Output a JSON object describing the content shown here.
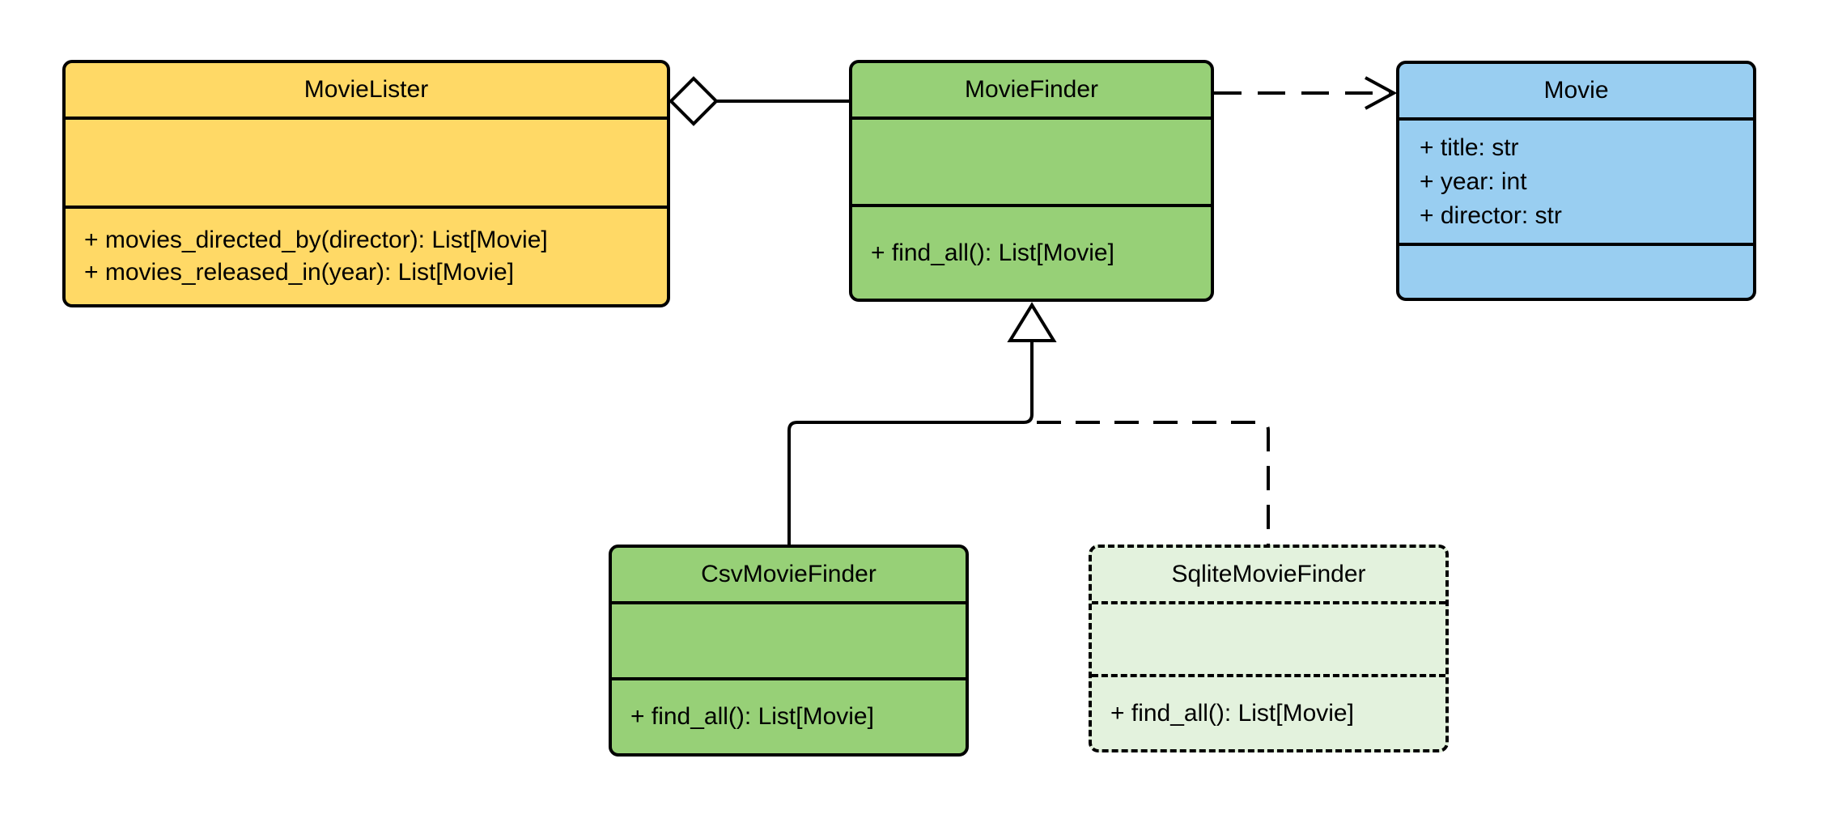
{
  "diagram": {
    "type": "uml-class-diagram",
    "classes": {
      "movie_lister": {
        "name": "MovieLister",
        "attributes": [],
        "methods": [
          "+ movies_directed_by(director): List[Movie]",
          "+ movies_released_in(year): List[Movie]"
        ]
      },
      "movie_finder": {
        "name": "MovieFinder",
        "attributes": [],
        "methods": [
          "+ find_all(): List[Movie]"
        ]
      },
      "movie": {
        "name": "Movie",
        "attributes": [
          "+ title: str",
          "+ year: int",
          "+ director: str"
        ],
        "methods": []
      },
      "csv_movie_finder": {
        "name": "CsvMovieFinder",
        "attributes": [],
        "methods": [
          "+ find_all(): List[Movie]"
        ]
      },
      "sqlite_movie_finder": {
        "name": "SqliteMovieFinder",
        "attributes": [],
        "methods": [
          "+ find_all(): List[Movie]"
        ]
      }
    },
    "relationships": [
      {
        "type": "aggregation",
        "from": "MovieLister",
        "to": "MovieFinder",
        "marker": "hollow-diamond",
        "line": "solid"
      },
      {
        "type": "dependency",
        "from": "MovieFinder",
        "to": "Movie",
        "marker": "open-arrow",
        "line": "dashed"
      },
      {
        "type": "inheritance",
        "from": "CsvMovieFinder",
        "to": "MovieFinder",
        "marker": "hollow-triangle",
        "line": "solid"
      },
      {
        "type": "inheritance",
        "from": "SqliteMovieFinder",
        "to": "MovieFinder",
        "marker": "hollow-triangle",
        "line": "dashed"
      }
    ],
    "colors": {
      "yellow": "#FFD966",
      "green": "#97D077",
      "pale_green": "#E3F2DD",
      "blue": "#99CEF1",
      "line": "#000000",
      "background": "#FFFFFF"
    }
  }
}
